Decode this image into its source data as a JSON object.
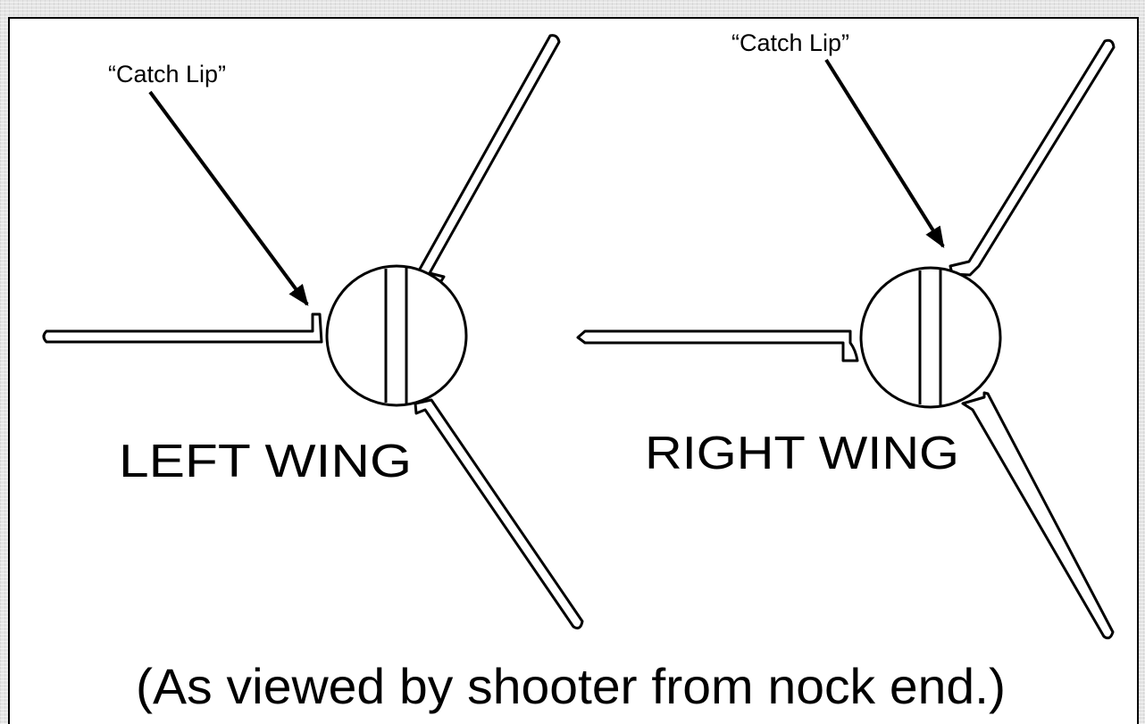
{
  "left": {
    "callout": "“Catch Lip”",
    "title": "LEFT WING"
  },
  "right": {
    "callout": "“Catch Lip”",
    "title": "RIGHT WING"
  },
  "caption": "(As viewed by shooter from nock end.)"
}
